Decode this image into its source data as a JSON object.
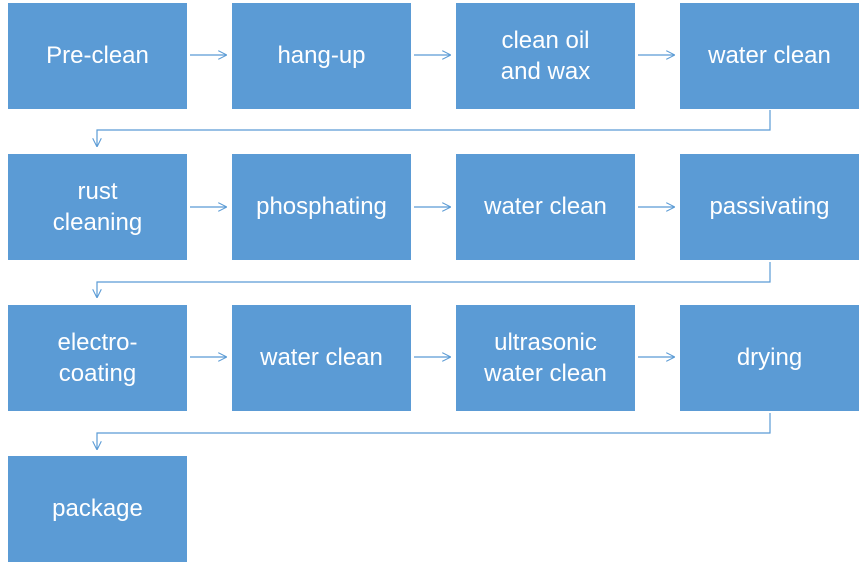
{
  "steps": [
    {
      "label": "Pre-clean"
    },
    {
      "label": "hang-up"
    },
    {
      "label": "clean oil\nand wax"
    },
    {
      "label": "water clean"
    },
    {
      "label": "rust\ncleaning"
    },
    {
      "label": "phosphating"
    },
    {
      "label": "water clean"
    },
    {
      "label": "passivating"
    },
    {
      "label": "electro-\ncoating"
    },
    {
      "label": "water clean"
    },
    {
      "label": "ultrasonic\nwater clean"
    },
    {
      "label": "drying"
    },
    {
      "label": "package"
    }
  ],
  "colors": {
    "box": "#5b9bd5",
    "connector": "#5b9bd5",
    "text": "#ffffff"
  }
}
